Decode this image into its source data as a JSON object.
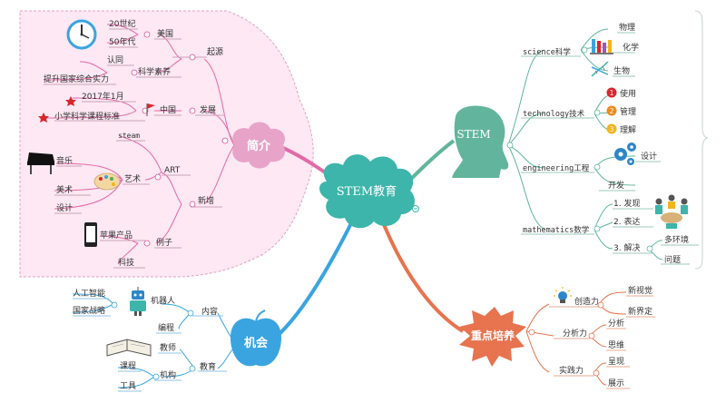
{
  "center": {
    "label": "STEM教育"
  },
  "intro": {
    "label": "简介",
    "origin": {
      "label": "起源",
      "usa": {
        "label": "美国",
        "items": [
          "20世纪",
          "50年代"
        ]
      },
      "literacy": {
        "label": "科学素养",
        "items": [
          "认同",
          "提升国家综合实力"
        ]
      }
    },
    "development": {
      "label": "发展",
      "china": {
        "label": "中国",
        "items": [
          "2017年1月",
          "小学科学课程标准"
        ]
      }
    },
    "additions": {
      "label": "新增",
      "art": {
        "label": "ART",
        "steam": "steam",
        "arts": {
          "label": "艺术",
          "items": [
            "音乐",
            "美术",
            "设计"
          ]
        }
      },
      "example": {
        "label": "例子",
        "items": [
          "苹果产品",
          "科技"
        ]
      }
    }
  },
  "stem": {
    "label": "STEM",
    "science": {
      "label": "science科学",
      "items": [
        "物理",
        "化学",
        "生物"
      ]
    },
    "technology": {
      "label": "technology技术",
      "items": [
        {
          "num": "1",
          "label": "使用",
          "color": "#d9262c"
        },
        {
          "num": "2",
          "label": "管理",
          "color": "#f08a1d"
        },
        {
          "num": "3",
          "label": "理解",
          "color": "#f5b41c"
        }
      ]
    },
    "engineering": {
      "label": "engineering工程",
      "items": [
        "设计",
        "开发"
      ]
    },
    "math": {
      "label": "mathematics数学",
      "items": [
        "1. 发现",
        "2. 表达",
        "3. 解决"
      ],
      "solve": [
        "多环境",
        "问题"
      ]
    }
  },
  "focus": {
    "label": "重点培养",
    "creativity": {
      "label": "创造力",
      "items": [
        "新视觉",
        "新界定"
      ]
    },
    "analysis": {
      "label": "分析力",
      "items": [
        "分析",
        "思维"
      ]
    },
    "practice": {
      "label": "实践力",
      "items": [
        "呈现",
        "展示"
      ]
    }
  },
  "opportunity": {
    "label": "机会",
    "content": {
      "label": "内容",
      "robot": {
        "label": "机器人",
        "items": [
          "人工智能",
          "国家战略"
        ]
      },
      "programming": "编程"
    },
    "education": {
      "label": "教育",
      "teacher": "教师",
      "institution": {
        "label": "机构",
        "items": [
          "课程",
          "工具"
        ]
      }
    }
  },
  "colors": {
    "intro": "#e8a3c8",
    "introLine": "#d94f9c",
    "stem": "#62b59c",
    "focus": "#e8734f",
    "opportunity": "#3aa4e0",
    "center": "#3db5aa"
  },
  "icons": [
    "clock-icon",
    "star-icon",
    "flag-icon",
    "piano-icon",
    "palette-icon",
    "phone-icon",
    "flask-icon",
    "dna-icon",
    "gears-icon",
    "meeting-icon",
    "lightbulb-icon",
    "robot-icon",
    "book-icon"
  ]
}
